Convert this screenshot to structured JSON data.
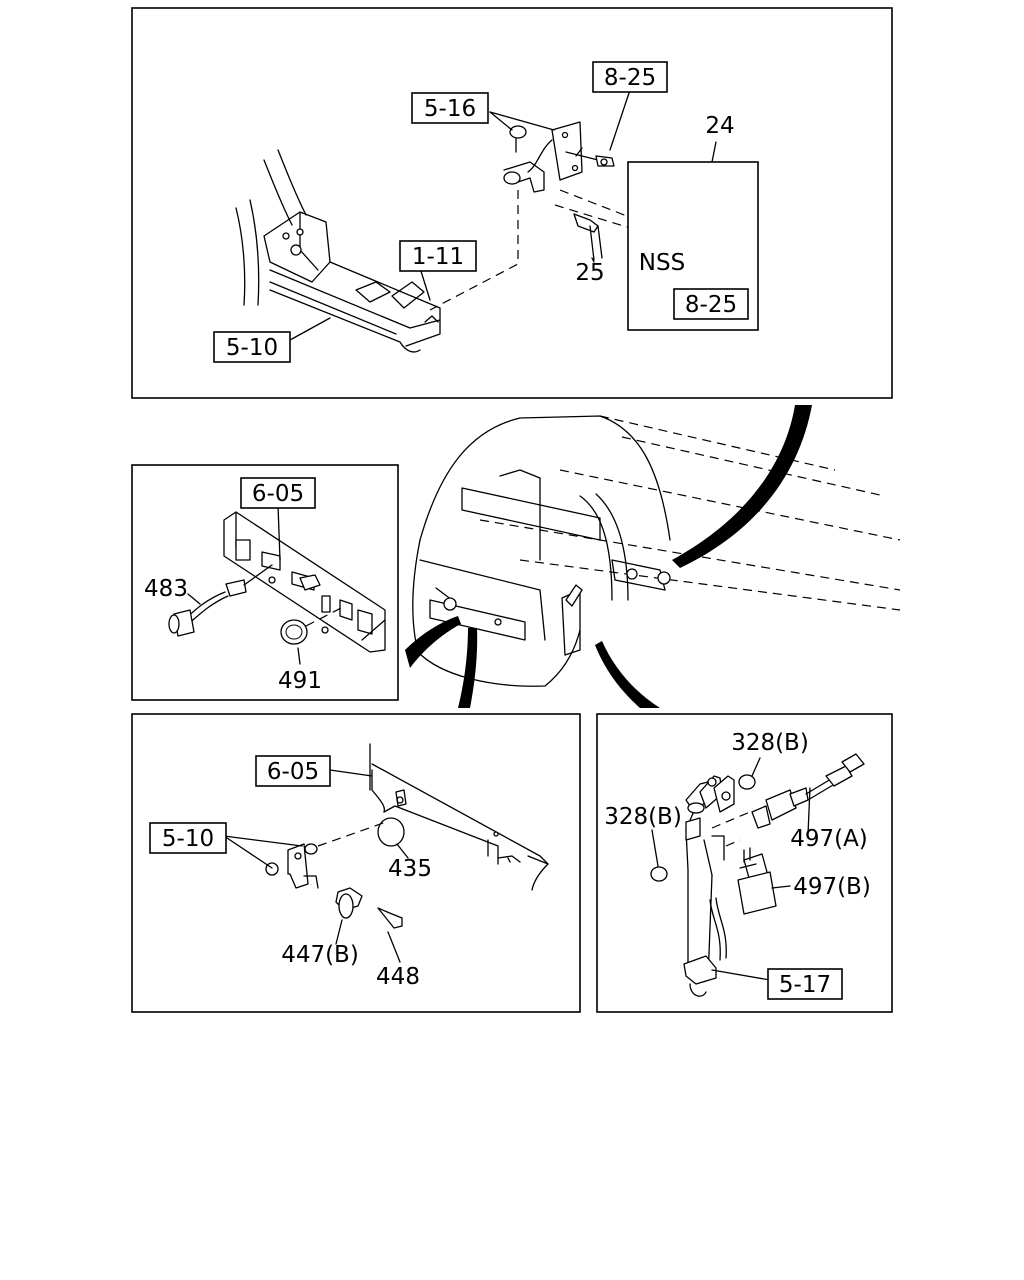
{
  "labels": {
    "top": {
      "ref_5_16": "5-16",
      "ref_8_25_a": "8-25",
      "ref_24": "24",
      "ref_1_11": "1-11",
      "ref_25": "25",
      "ref_nss": "NSS",
      "ref_8_25_b": "8-25",
      "ref_5_10": "5-10"
    },
    "left": {
      "ref_6_05": "6-05",
      "ref_483": "483",
      "ref_491": "491"
    },
    "bottom_left": {
      "ref_6_05": "6-05",
      "ref_5_10": "5-10",
      "ref_435": "435",
      "ref_447b": "447(B)",
      "ref_448": "448"
    },
    "bottom_right": {
      "ref_328b_top": "328(B)",
      "ref_328b_left": "328(B)",
      "ref_497a": "497(A)",
      "ref_497b": "497(B)",
      "ref_5_17": "5-17"
    }
  }
}
